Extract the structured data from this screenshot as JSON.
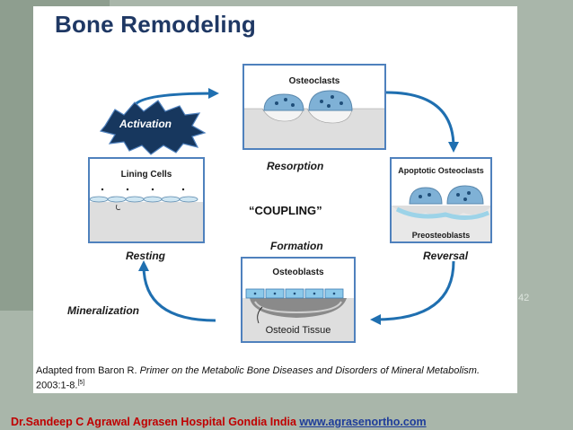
{
  "title": "Bone Remodeling",
  "page_number": "42",
  "stages": {
    "activation": "Activation",
    "resorption": "Resorption",
    "reversal": "Reversal",
    "formation": "Formation",
    "resting": "Resting",
    "mineralization": "Mineralization"
  },
  "panels": {
    "osteoclasts": "Osteoclasts",
    "apoptotic_osteoclasts": "Apoptotic Osteoclasts",
    "preosteoblasts": "Preosteoblasts",
    "lining_cells": "Lining Cells",
    "osteoblasts": "Osteoblasts",
    "osteoid_tissue": "Osteoid Tissue"
  },
  "center_label": "“COUPLING”",
  "caption": {
    "prefix": "Adapted from Baron R. ",
    "italic": "Primer on the Metabolic Bone Diseases and Disorders of Mineral Metabolism.",
    "suffix": " 2003:1-8.",
    "ref": "[5]"
  },
  "footer": {
    "text": "Dr.Sandeep C Agrawal Agrasen Hospital Gondia India ",
    "link": "www.agrasenortho.com"
  },
  "colors": {
    "title": "#1f3864",
    "panel_border": "#4f81bd",
    "arrow": "#1f6fb0",
    "activation_star": "#17375e",
    "footer_text": "#c00000",
    "footer_link": "#1f3d9a"
  }
}
